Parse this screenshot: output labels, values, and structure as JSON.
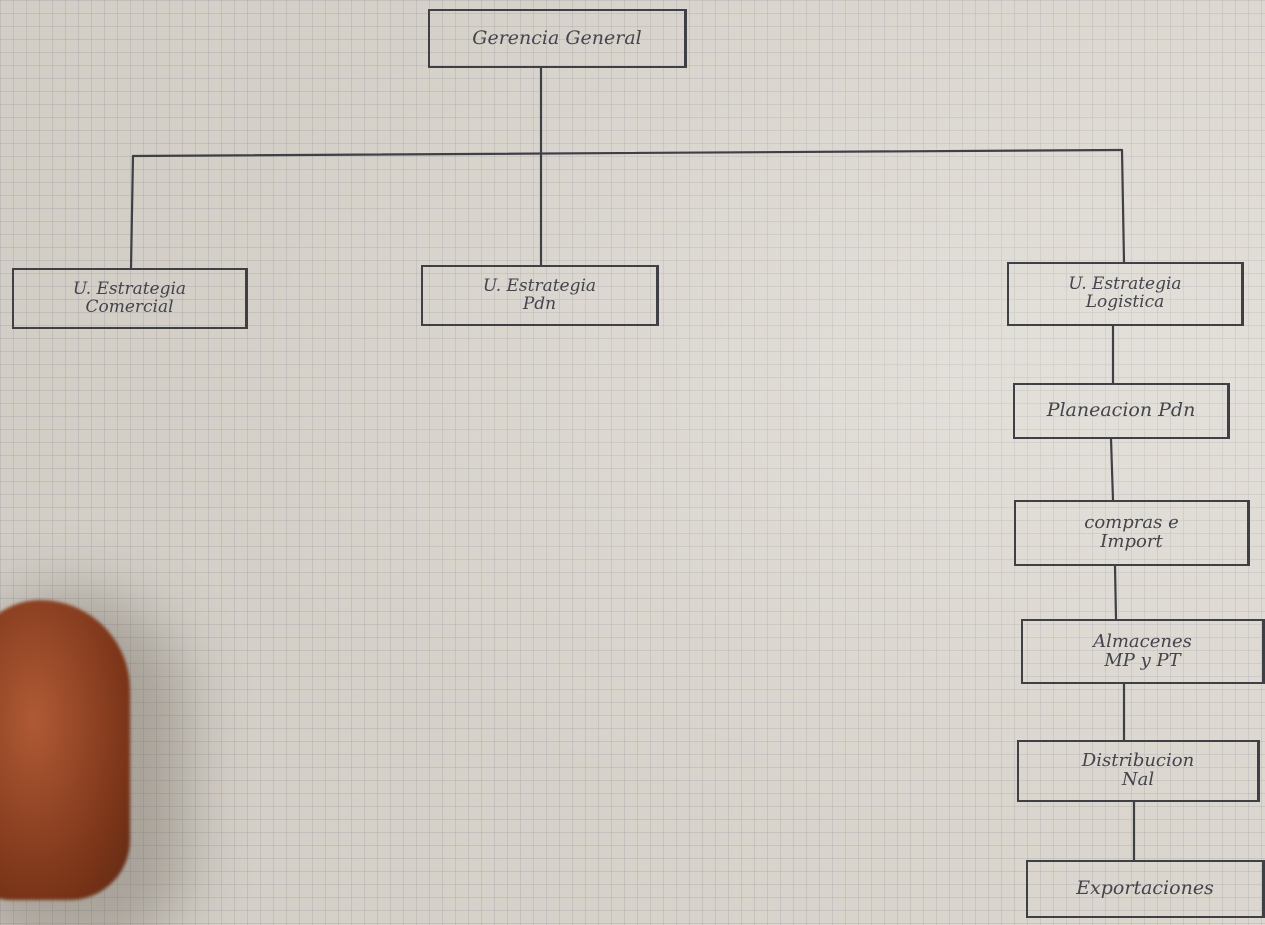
{
  "diagram": {
    "root": {
      "label": "Gerencia General"
    },
    "units": [
      {
        "label": "U. Estrategia\nComercial"
      },
      {
        "label": "U. Estrategia\nPdn"
      },
      {
        "label": "U. Estrategia\nLogistica"
      }
    ],
    "logistica_chain": [
      {
        "label": "Planeacion Pdn"
      },
      {
        "label": "compras e\nImport"
      },
      {
        "label": "Almacenes\nMP y PT"
      },
      {
        "label": "Distribucion\nNal"
      },
      {
        "label": "Exportaciones"
      }
    ]
  }
}
